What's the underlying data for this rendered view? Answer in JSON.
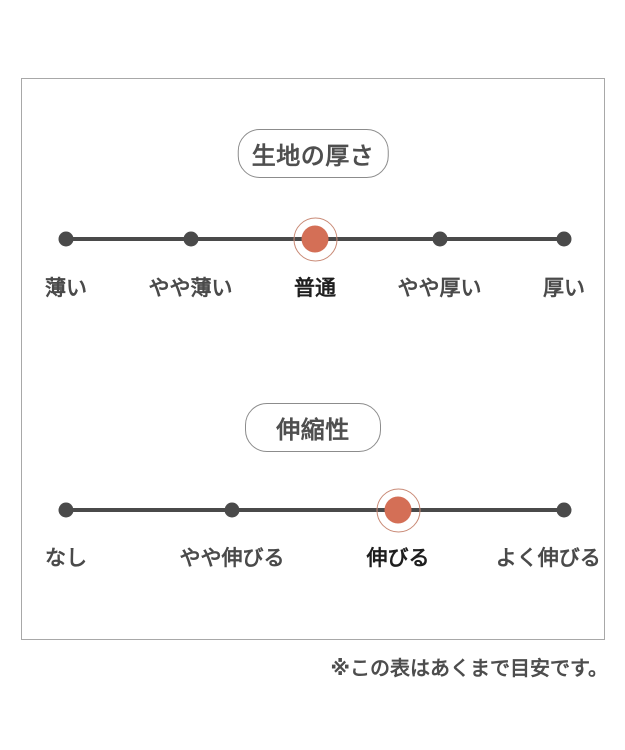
{
  "window": {
    "footnote": "※この表はあくまで目安です。"
  },
  "colors": {
    "accent": "#d46f56",
    "accent_ring": "#c98a76",
    "track": "#4a4a4a",
    "label_text": "#4a4a4a",
    "selected_text": "#1e1e1e",
    "box_border": "#a8a8a8",
    "pill_border": "#8c8c8c"
  },
  "scales": [
    {
      "title": "生地の厚さ",
      "options": [
        "薄い",
        "やや薄い",
        "普通",
        "やや厚い",
        "厚い"
      ],
      "selected": "普通",
      "selected_index": 2
    },
    {
      "title": "伸縮性",
      "options": [
        "なし",
        "やや伸びる",
        "伸びる",
        "よく伸びる"
      ],
      "selected": "伸びる",
      "selected_index": 2
    }
  ]
}
